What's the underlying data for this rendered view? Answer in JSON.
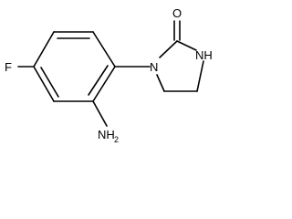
{
  "molecule": {
    "atoms": {
      "fluorine": "F",
      "carbonyl_oxygen": "O",
      "ring_nitrogen_nh": "NH",
      "ring_nitrogen": "N",
      "amino_group": "NH",
      "amino_subscript": "2"
    }
  }
}
